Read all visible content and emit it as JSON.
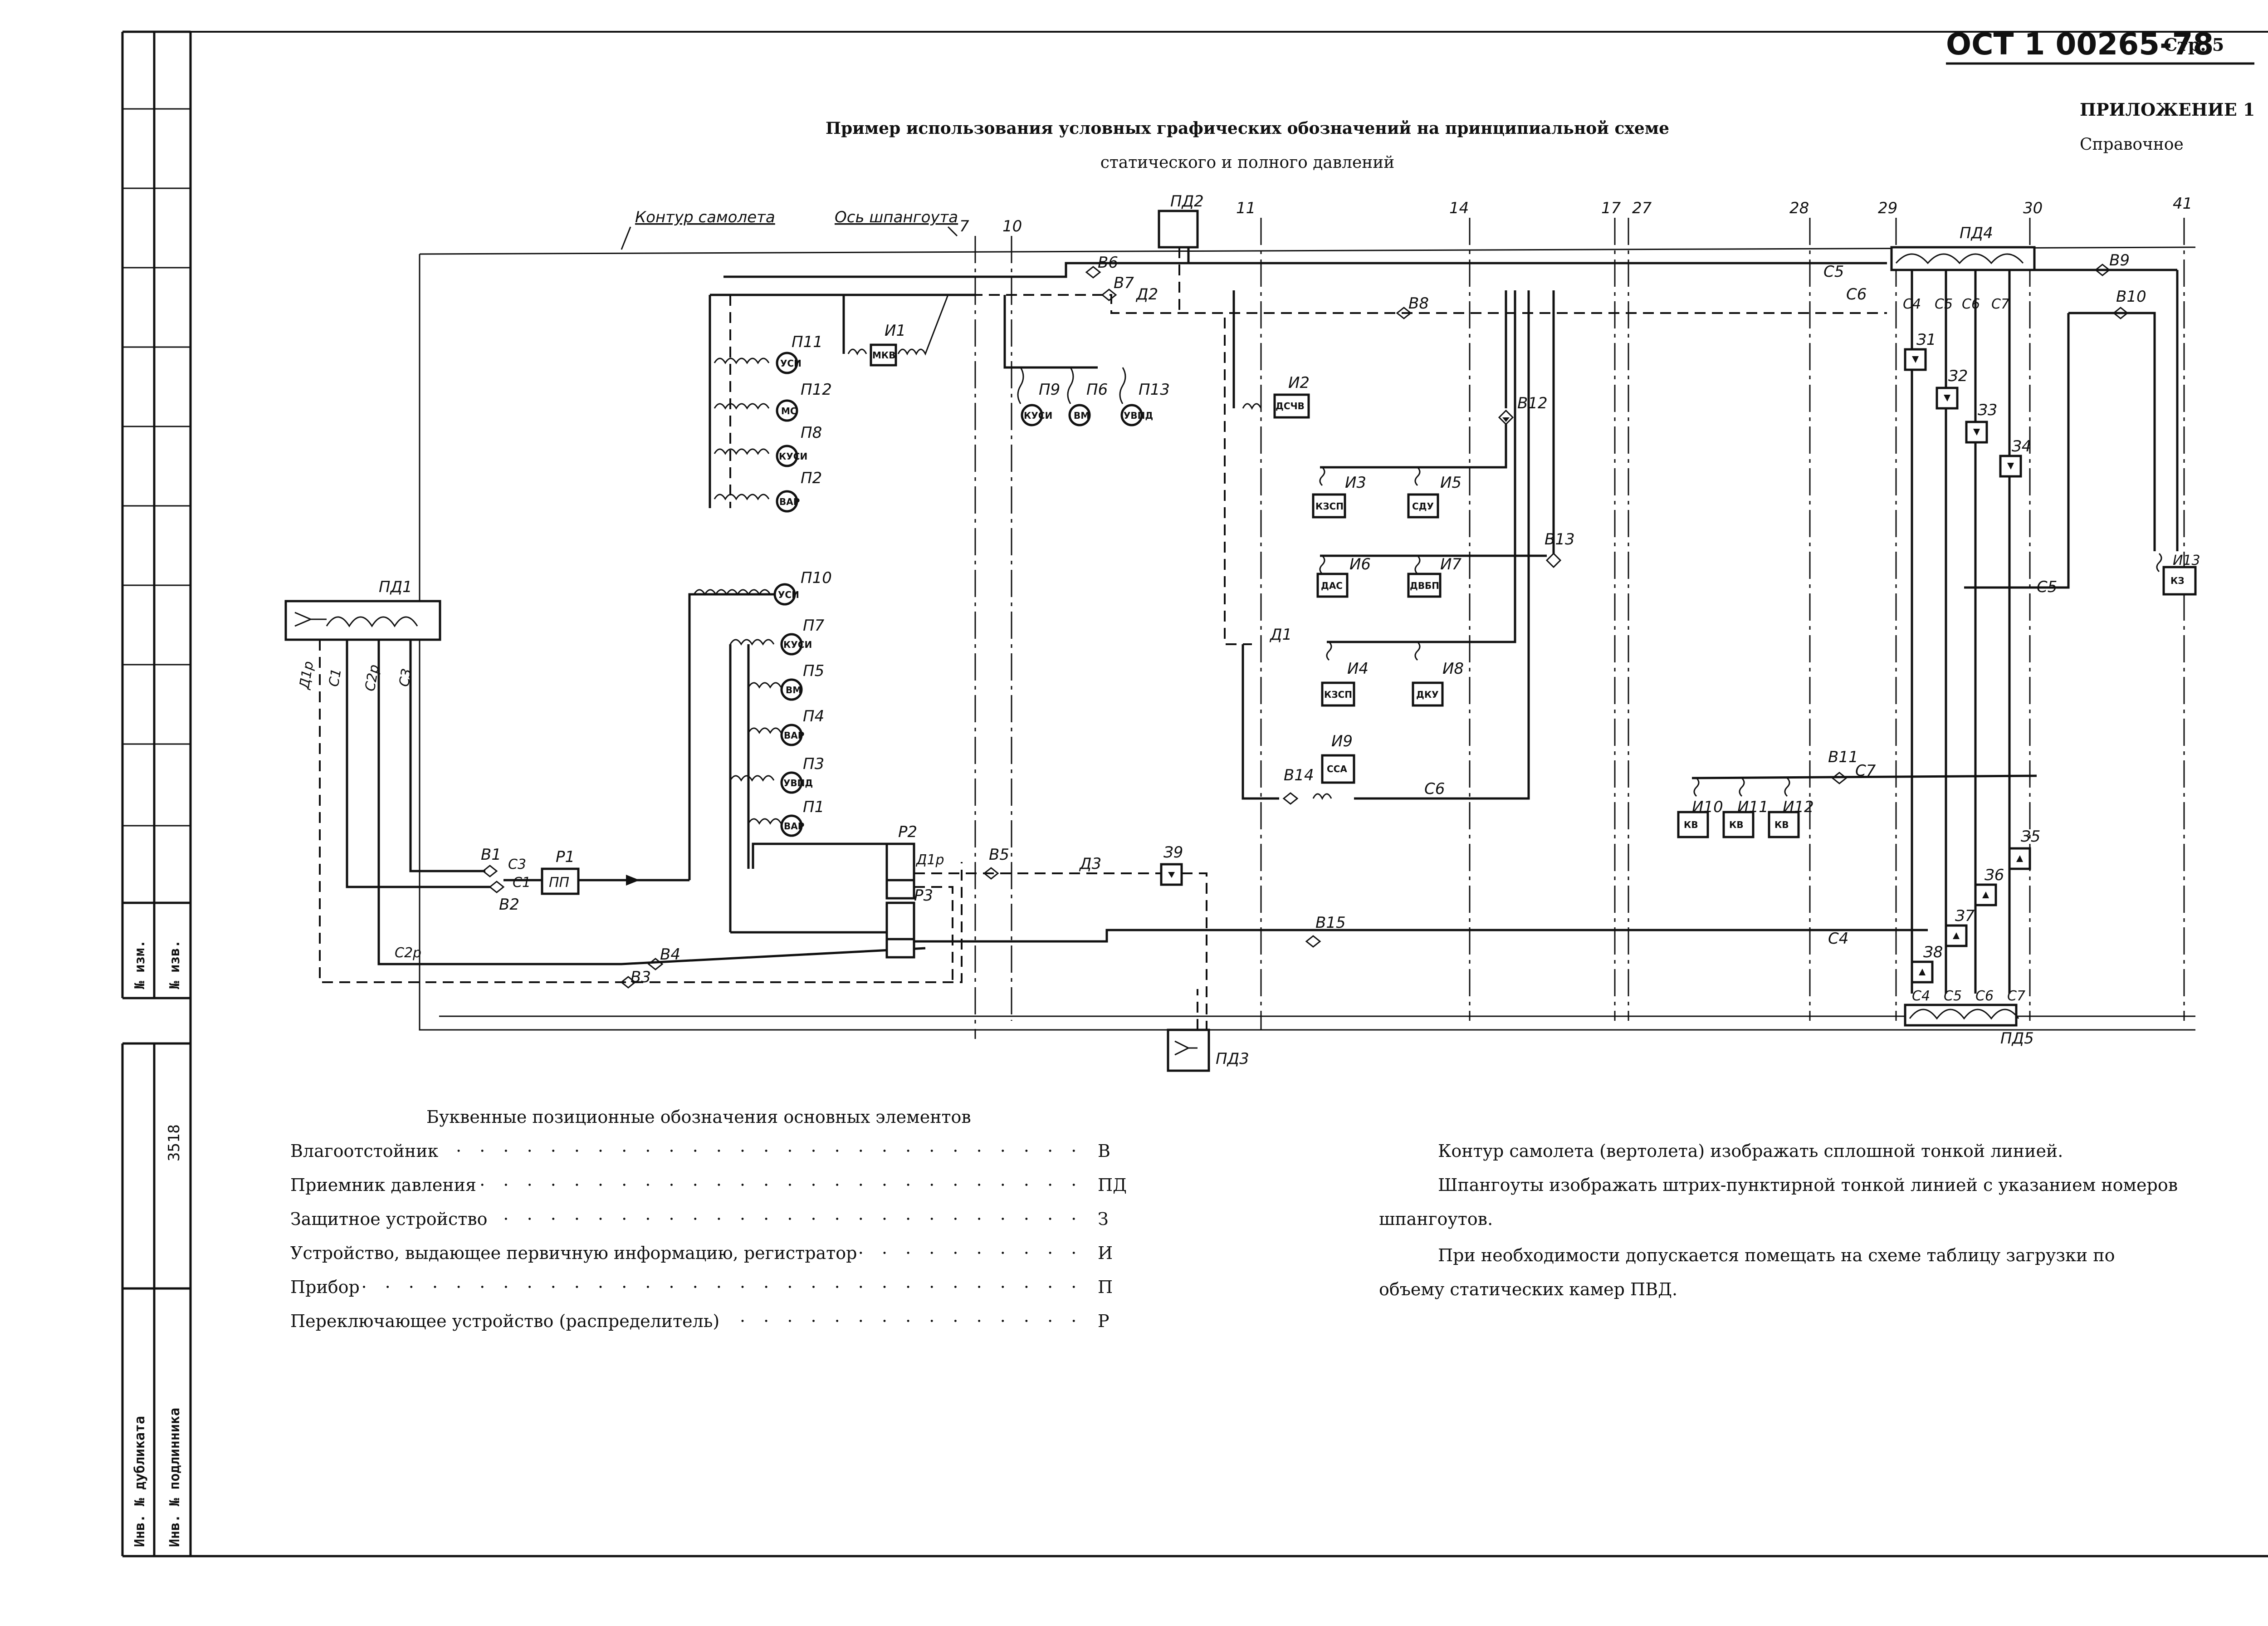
{
  "header": {
    "doc_number": "ОСТ 1 00265-78",
    "page": "Стр. 5",
    "appendix": "ПРИЛОЖЕНИЕ 1",
    "appendix_type": "Справочное"
  },
  "title": {
    "line1": "Пример использования условных графических обозначений на принципиальной схеме",
    "line2": "статического и полного давлений"
  },
  "side_stamp": {
    "izm": "№ изм.",
    "izv": "№ изв.",
    "inv_number": "3518",
    "dublikat": "Инв. № дубликата",
    "podlinnik": "Инв. № подлинника"
  },
  "diagram": {
    "contour_label": "Контур самолета",
    "frame_axis_label": "Ось шпангоута",
    "frames": [
      "7",
      "10",
      "11",
      "14",
      "17",
      "27",
      "28",
      "29",
      "30",
      "41"
    ],
    "pressure_receivers": [
      "ПД1",
      "ПД2",
      "ПД3",
      "ПД4",
      "ПД5"
    ],
    "water_traps": [
      "В1",
      "В2",
      "В3",
      "В4",
      "В5",
      "В6",
      "В7",
      "В8",
      "В9",
      "В10",
      "В11",
      "В12",
      "В13",
      "В14",
      "В15"
    ],
    "lines": [
      "Д1",
      "Д1р",
      "Д2",
      "Д3",
      "С1",
      "С2р",
      "С3",
      "С4",
      "С5",
      "С6",
      "С7"
    ],
    "switches": [
      "Р1",
      "Р2",
      "Р3"
    ],
    "protective_devices": [
      "З1",
      "З2",
      "З3",
      "З4",
      "З5",
      "З6",
      "З7",
      "З8",
      "З9"
    ],
    "sensors": [
      {
        "id": "И1",
        "type": "МКВ"
      },
      {
        "id": "И2",
        "type": "ДСЧВ"
      },
      {
        "id": "И3",
        "type": "КЗСП"
      },
      {
        "id": "И4",
        "type": "КЗСП"
      },
      {
        "id": "И5",
        "type": "СДУ"
      },
      {
        "id": "И6",
        "type": "ДАС"
      },
      {
        "id": "И7",
        "type": "ДВБП"
      },
      {
        "id": "И8",
        "type": "ДКУ"
      },
      {
        "id": "И9",
        "type": "ССА"
      },
      {
        "id": "И10",
        "type": "КВ"
      },
      {
        "id": "И11",
        "type": "КВ"
      },
      {
        "id": "И12",
        "type": "КВ"
      },
      {
        "id": "И13",
        "type": "КЗ"
      }
    ],
    "instruments": [
      {
        "id": "П1",
        "type": "ВАР"
      },
      {
        "id": "П2",
        "type": "ВАР"
      },
      {
        "id": "П3",
        "type": "УВПД"
      },
      {
        "id": "П4",
        "type": "ВАР"
      },
      {
        "id": "П5",
        "type": "ВМ"
      },
      {
        "id": "П6",
        "type": "ВМ"
      },
      {
        "id": "П7",
        "type": "КУСИ"
      },
      {
        "id": "П8",
        "type": "КУСИ"
      },
      {
        "id": "П9",
        "type": "КУСИ"
      },
      {
        "id": "П10",
        "type": "УСИ"
      },
      {
        "id": "П11",
        "type": "УСИ"
      },
      {
        "id": "П12",
        "type": "МС"
      },
      {
        "id": "П13",
        "type": "УВПД"
      }
    ],
    "pp_label": "ПП"
  },
  "legend": {
    "title": "Буквенные позиционные обозначения основных элементов",
    "items": [
      {
        "name": "Влагоотстойник",
        "code": "В"
      },
      {
        "name": "Приемник давления",
        "code": "ПД"
      },
      {
        "name": "Защитное устройство",
        "code": "З"
      },
      {
        "name": "Устройство, выдающее первичную информацию, регистратор",
        "code": "И"
      },
      {
        "name": "Прибор",
        "code": "П"
      },
      {
        "name": "Переключающее устройство (распределитель)",
        "code": "Р"
      }
    ]
  },
  "notes": {
    "p1": "Контур самолета (вертолета) изображать сплошной тонкой линией.",
    "p2a": "Шпангоуты изображать штрих-пунктирной тонкой линией с указанием номеров",
    "p2b": "шпангоутов.",
    "p3a": "При необходимости допускается помещать на схеме таблицу загрузки по",
    "p3b": "объему статических камер ПВД."
  }
}
